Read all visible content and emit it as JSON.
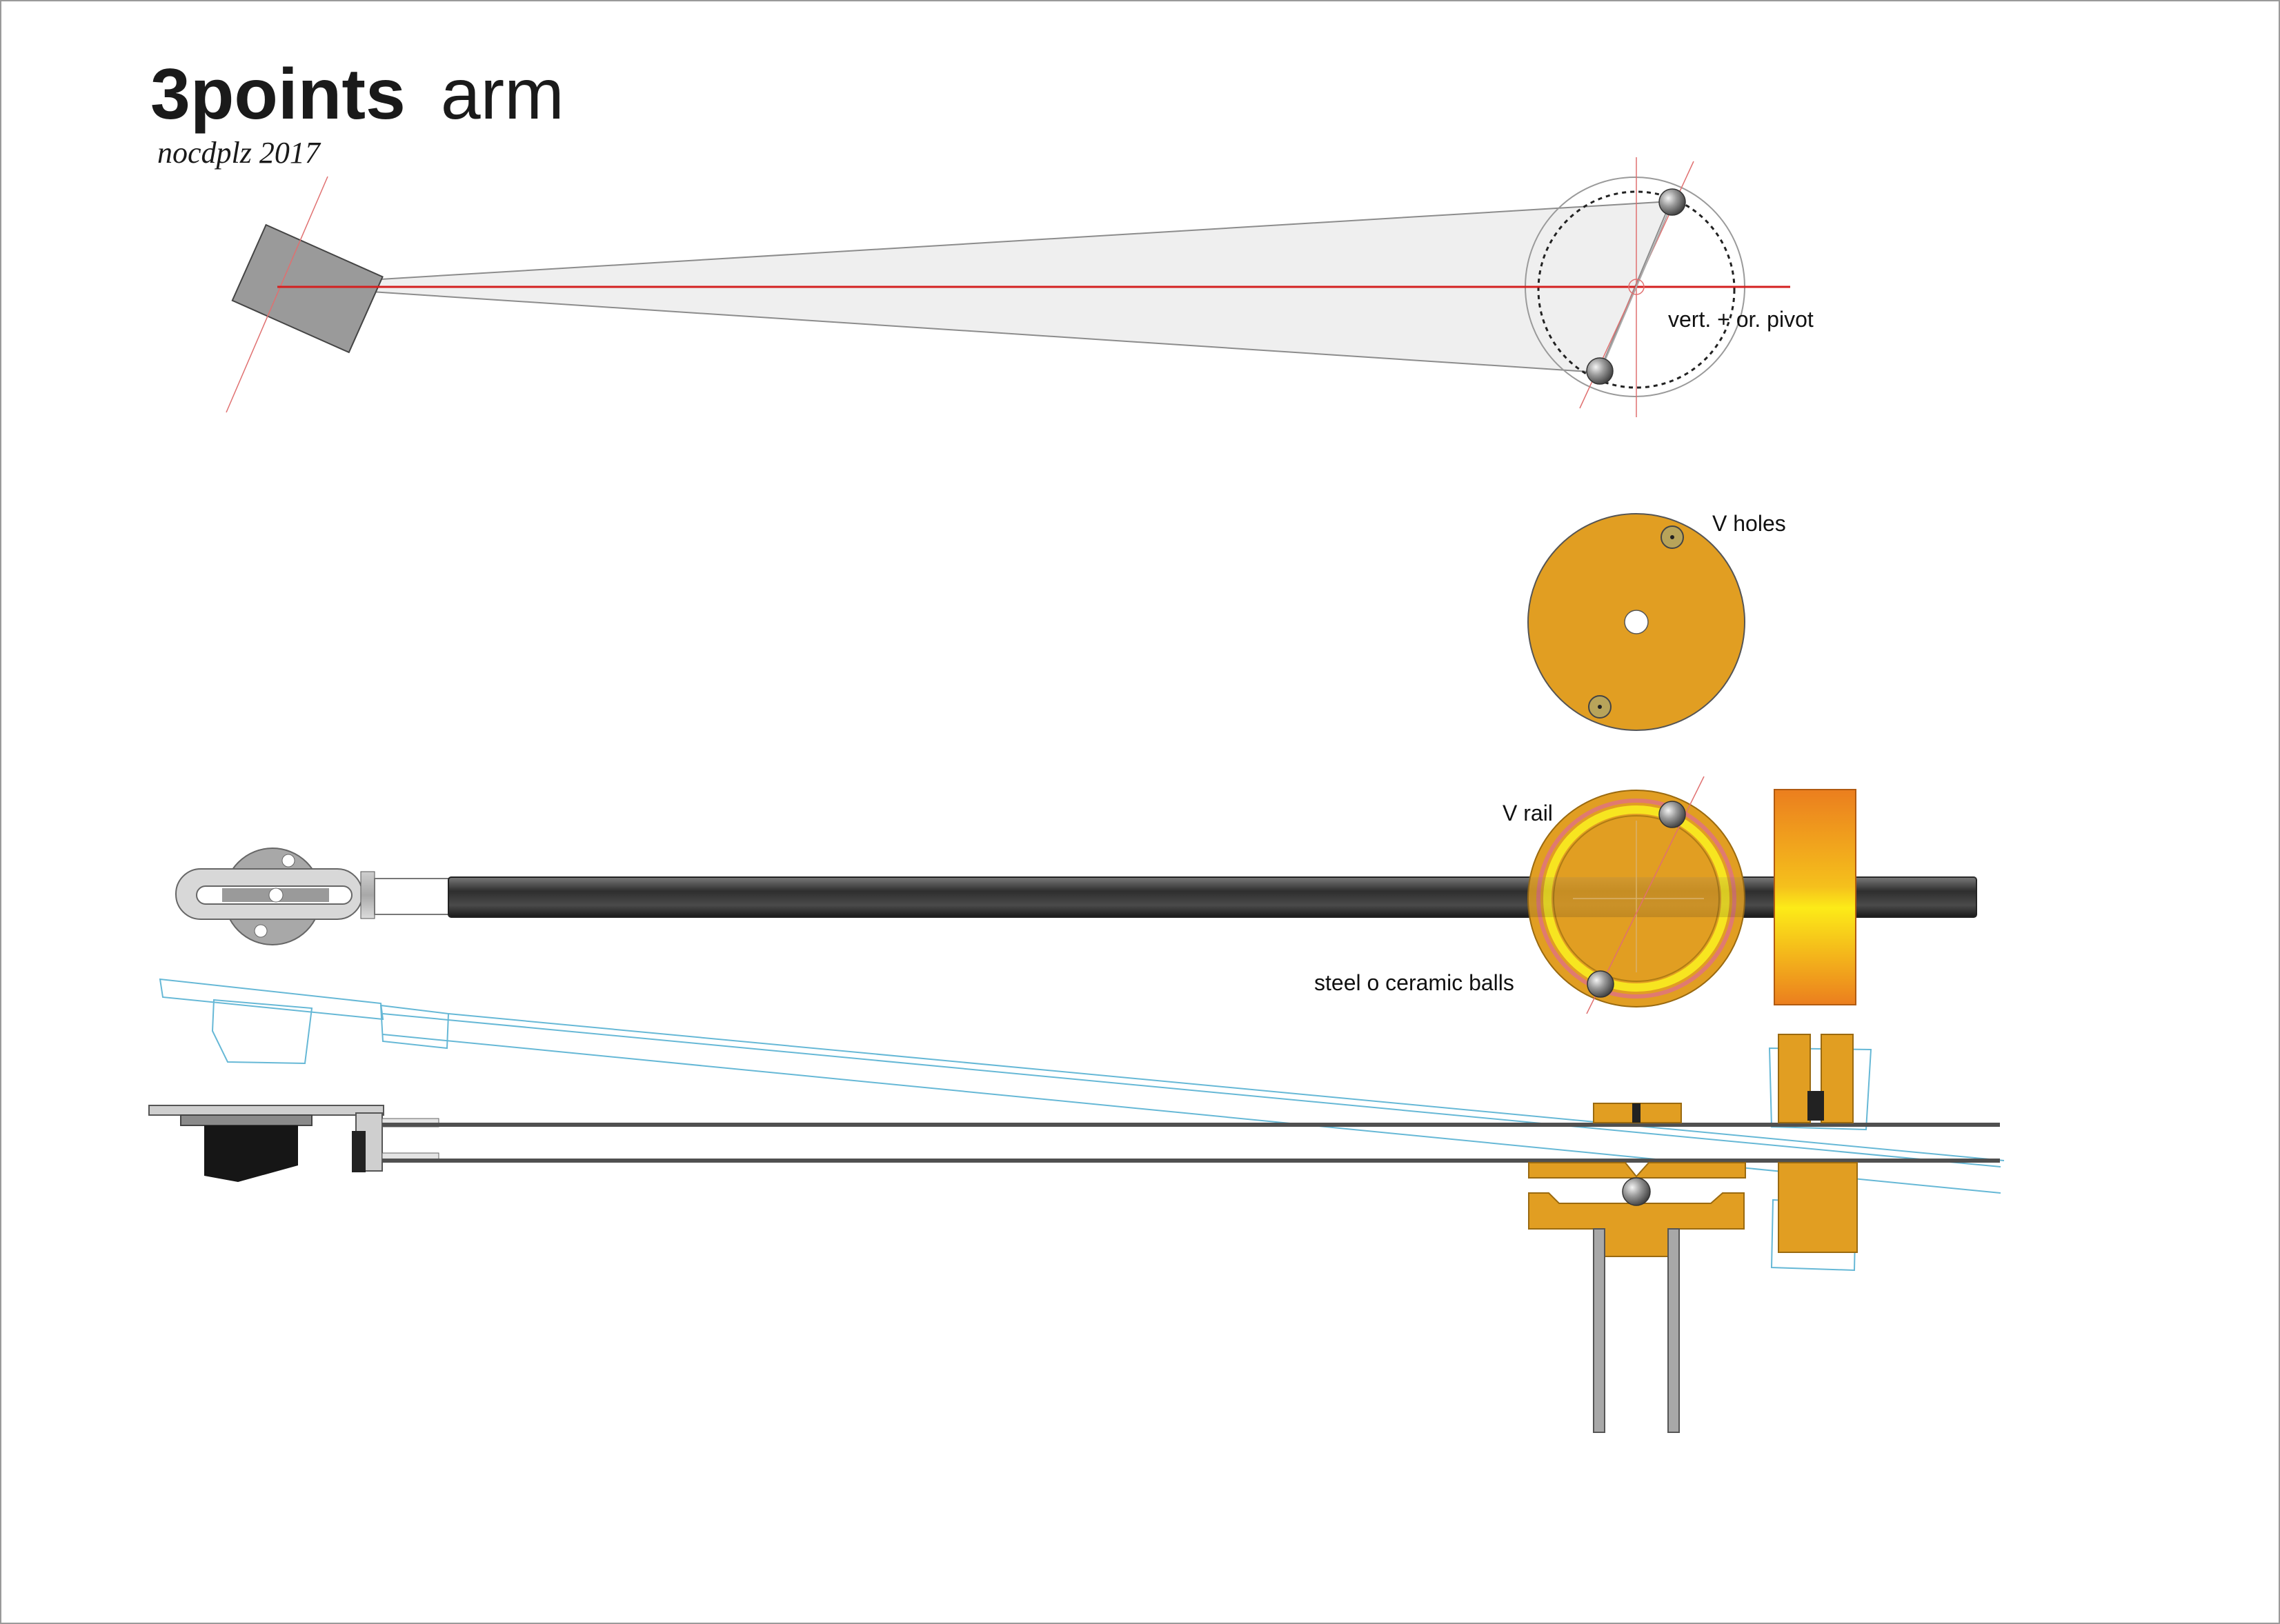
{
  "title": {
    "bold": "3points",
    "regular": "arm"
  },
  "subtitle": "nocdplz 2017",
  "labels": {
    "pivot": "vert. + or. pivot",
    "v_holes": "V holes",
    "v_rail": "V rail",
    "balls": "steel o ceramic balls"
  },
  "colors": {
    "orange": "#E19E22",
    "orange_dark": "#C98612",
    "yellow": "#F7E520",
    "counterweight": "#EB7E1E",
    "arm_tube": "#3C3C3C",
    "red_line": "#D42020",
    "blue_outline": "#66B8D6"
  }
}
